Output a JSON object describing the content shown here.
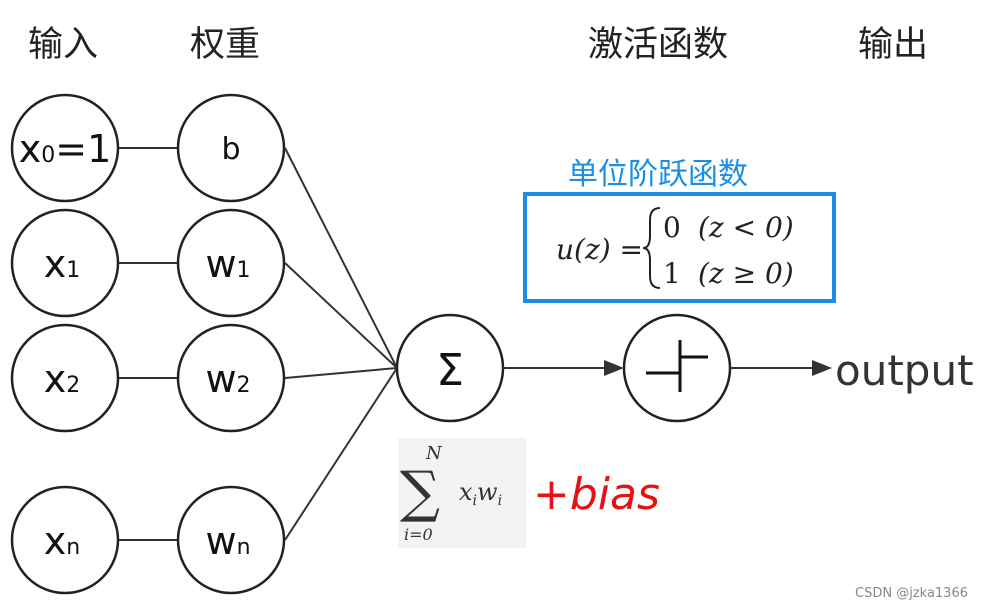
{
  "headers": {
    "input": "输入",
    "weight": "权重",
    "activation": "激活函数",
    "output": "输出"
  },
  "inputs": [
    {
      "main": "x",
      "sub": "0",
      "suffix": "=1"
    },
    {
      "main": "x",
      "sub": "1",
      "suffix": ""
    },
    {
      "main": "x",
      "sub": "2",
      "suffix": ""
    },
    {
      "main": "x",
      "sub": "n",
      "suffix": ""
    }
  ],
  "weights": [
    {
      "main": "b",
      "sub": ""
    },
    {
      "main": "w",
      "sub": "1"
    },
    {
      "main": "w",
      "sub": "2"
    },
    {
      "main": "w",
      "sub": "n"
    }
  ],
  "sum_node": {
    "symbol": "Σ"
  },
  "output_label": "output",
  "step_box": {
    "title": "单位阶跃函数",
    "lhs": "u(z) =",
    "case1_value": "0",
    "case1_cond": "(z < 0)",
    "case2_value": "1",
    "case2_cond": "(z ≥ 0)",
    "border_color": "#1a8fe6",
    "title_color": "#1a8fe6"
  },
  "sum_formula": {
    "upper": "N",
    "lower": "i=0",
    "sigma": "∑",
    "term": "x",
    "term_sub": "i",
    "term2": "w",
    "term2_sub": "i",
    "bias": "+bias",
    "bias_color": "#e81010"
  },
  "watermark": "CSDN @jzka1366"
}
